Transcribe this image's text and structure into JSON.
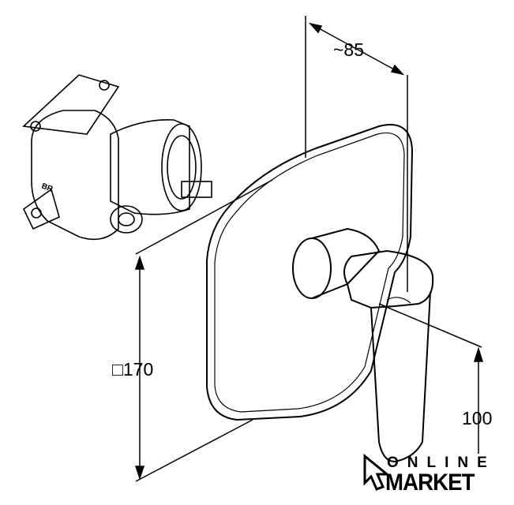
{
  "dimensions": {
    "depth": "~85",
    "plate_size": "□170",
    "height": "100"
  },
  "logo": {
    "line1": "ONLINE",
    "line2": "MARKET"
  }
}
